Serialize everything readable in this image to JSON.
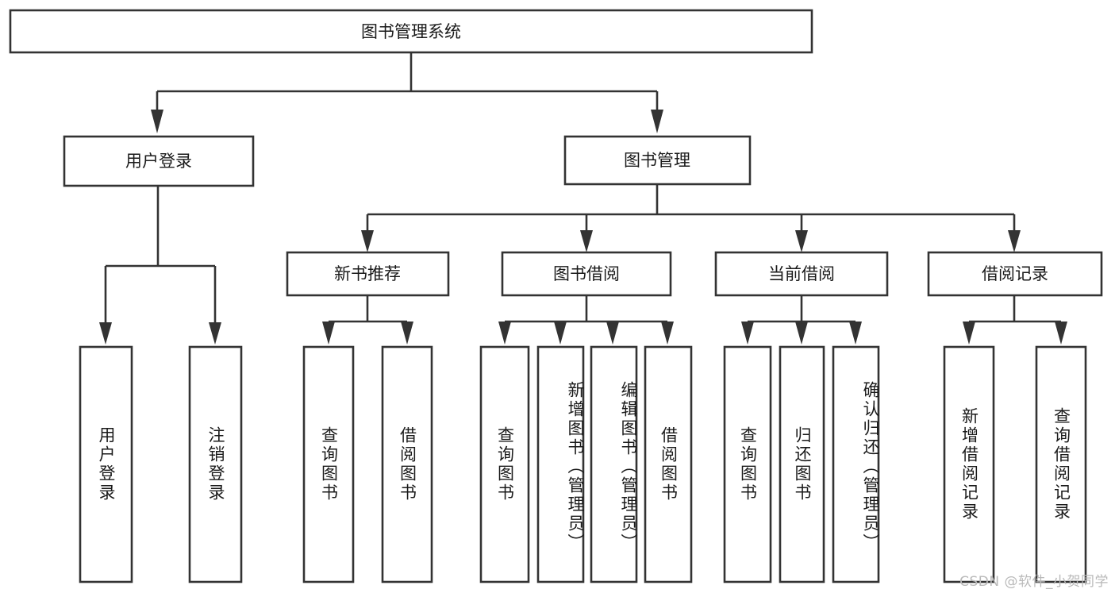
{
  "diagram": {
    "type": "tree-hierarchy",
    "title": "图书管理系统",
    "watermark": "CSDN @软件_小贺同学",
    "colors": {
      "stroke": "#333333",
      "fill": "#ffffff",
      "text": "#1a1a1a",
      "watermark": "#b9b9b9",
      "background": "#ffffff"
    },
    "root": {
      "label": "图书管理系统",
      "level": 0
    },
    "level1": [
      {
        "label": "用户登录"
      },
      {
        "label": "图书管理"
      }
    ],
    "level2": [
      {
        "label": "新书推荐",
        "parent": "图书管理"
      },
      {
        "label": "图书借阅",
        "parent": "图书管理"
      },
      {
        "label": "当前借阅",
        "parent": "图书管理"
      },
      {
        "label": "借阅记录",
        "parent": "图书管理"
      }
    ],
    "leaves": {
      "用户登录": [
        {
          "label": "用户登录"
        },
        {
          "label": "注销登录"
        }
      ],
      "新书推荐": [
        {
          "label": "查询图书"
        },
        {
          "label": "借阅图书"
        }
      ],
      "图书借阅": [
        {
          "label": "查询图书"
        },
        {
          "label": "新增图书（管理员）"
        },
        {
          "label": "编辑图书（管理员）"
        },
        {
          "label": "借阅图书"
        }
      ],
      "当前借阅": [
        {
          "label": "查询图书"
        },
        {
          "label": "归还图书"
        },
        {
          "label": "确认归还（管理员）"
        }
      ],
      "借阅记录": [
        {
          "label": "新增借阅记录"
        },
        {
          "label": "查询借阅记录"
        }
      ]
    }
  },
  "labels": {
    "root": "图书管理系统",
    "l1_0": "用户登录",
    "l1_1": "图书管理",
    "l2_0": "新书推荐",
    "l2_1": "图书借阅",
    "l2_2": "当前借阅",
    "l2_3": "借阅记录",
    "leaf_0": "用户登录",
    "leaf_1": "注销登录",
    "leaf_2": "查询图书",
    "leaf_3": "借阅图书",
    "leaf_4": "查询图书",
    "leaf_5": "新增图书（管理员）",
    "leaf_6": "编辑图书（管理员）",
    "leaf_7": "借阅图书",
    "leaf_8": "查询图书",
    "leaf_9": "归还图书",
    "leaf_10": "确认归还（管理员）",
    "leaf_11": "新增借阅记录",
    "leaf_12": "查询借阅记录",
    "watermark": "CSDN @软件_小贺同学"
  }
}
